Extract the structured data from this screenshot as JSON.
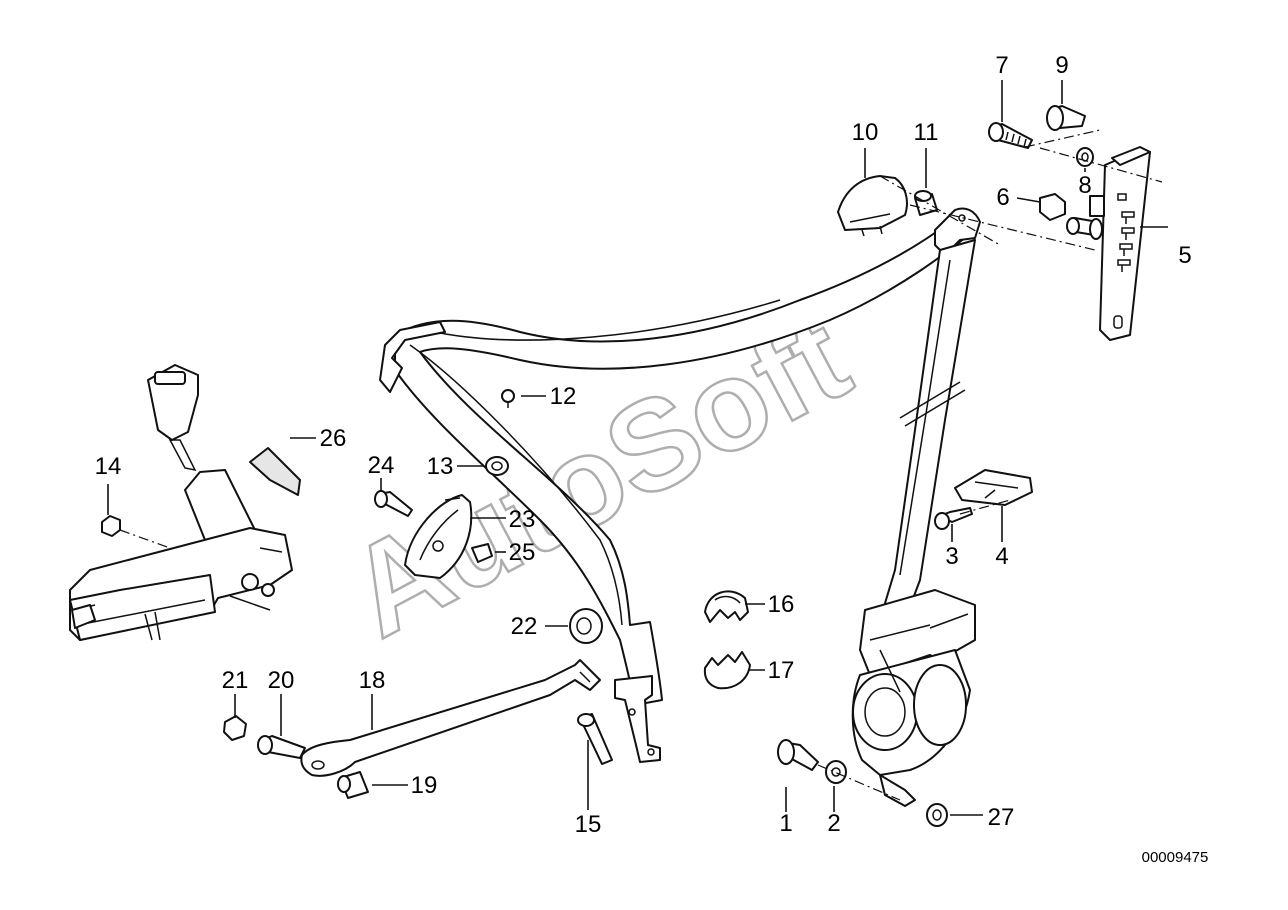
{
  "watermark": "AutoSoft",
  "diagram_id": "00009475",
  "callouts": [
    {
      "id": "c1",
      "label": "1"
    },
    {
      "id": "c2",
      "label": "2"
    },
    {
      "id": "c3",
      "label": "3"
    },
    {
      "id": "c4",
      "label": "4"
    },
    {
      "id": "c5",
      "label": "5"
    },
    {
      "id": "c6",
      "label": "6"
    },
    {
      "id": "c7",
      "label": "7"
    },
    {
      "id": "c8",
      "label": "8"
    },
    {
      "id": "c9",
      "label": "9"
    },
    {
      "id": "c10",
      "label": "10"
    },
    {
      "id": "c11",
      "label": "11"
    },
    {
      "id": "c12",
      "label": "12"
    },
    {
      "id": "c13",
      "label": "13"
    },
    {
      "id": "c14",
      "label": "14"
    },
    {
      "id": "c15",
      "label": "15"
    },
    {
      "id": "c16",
      "label": "16"
    },
    {
      "id": "c17",
      "label": "17"
    },
    {
      "id": "c18",
      "label": "18"
    },
    {
      "id": "c19",
      "label": "19"
    },
    {
      "id": "c20",
      "label": "20"
    },
    {
      "id": "c21",
      "label": "21"
    },
    {
      "id": "c22",
      "label": "22"
    },
    {
      "id": "c23",
      "label": "23"
    },
    {
      "id": "c24",
      "label": "24"
    },
    {
      "id": "c25",
      "label": "25"
    },
    {
      "id": "c26",
      "label": "26"
    },
    {
      "id": "c27",
      "label": "27"
    }
  ]
}
